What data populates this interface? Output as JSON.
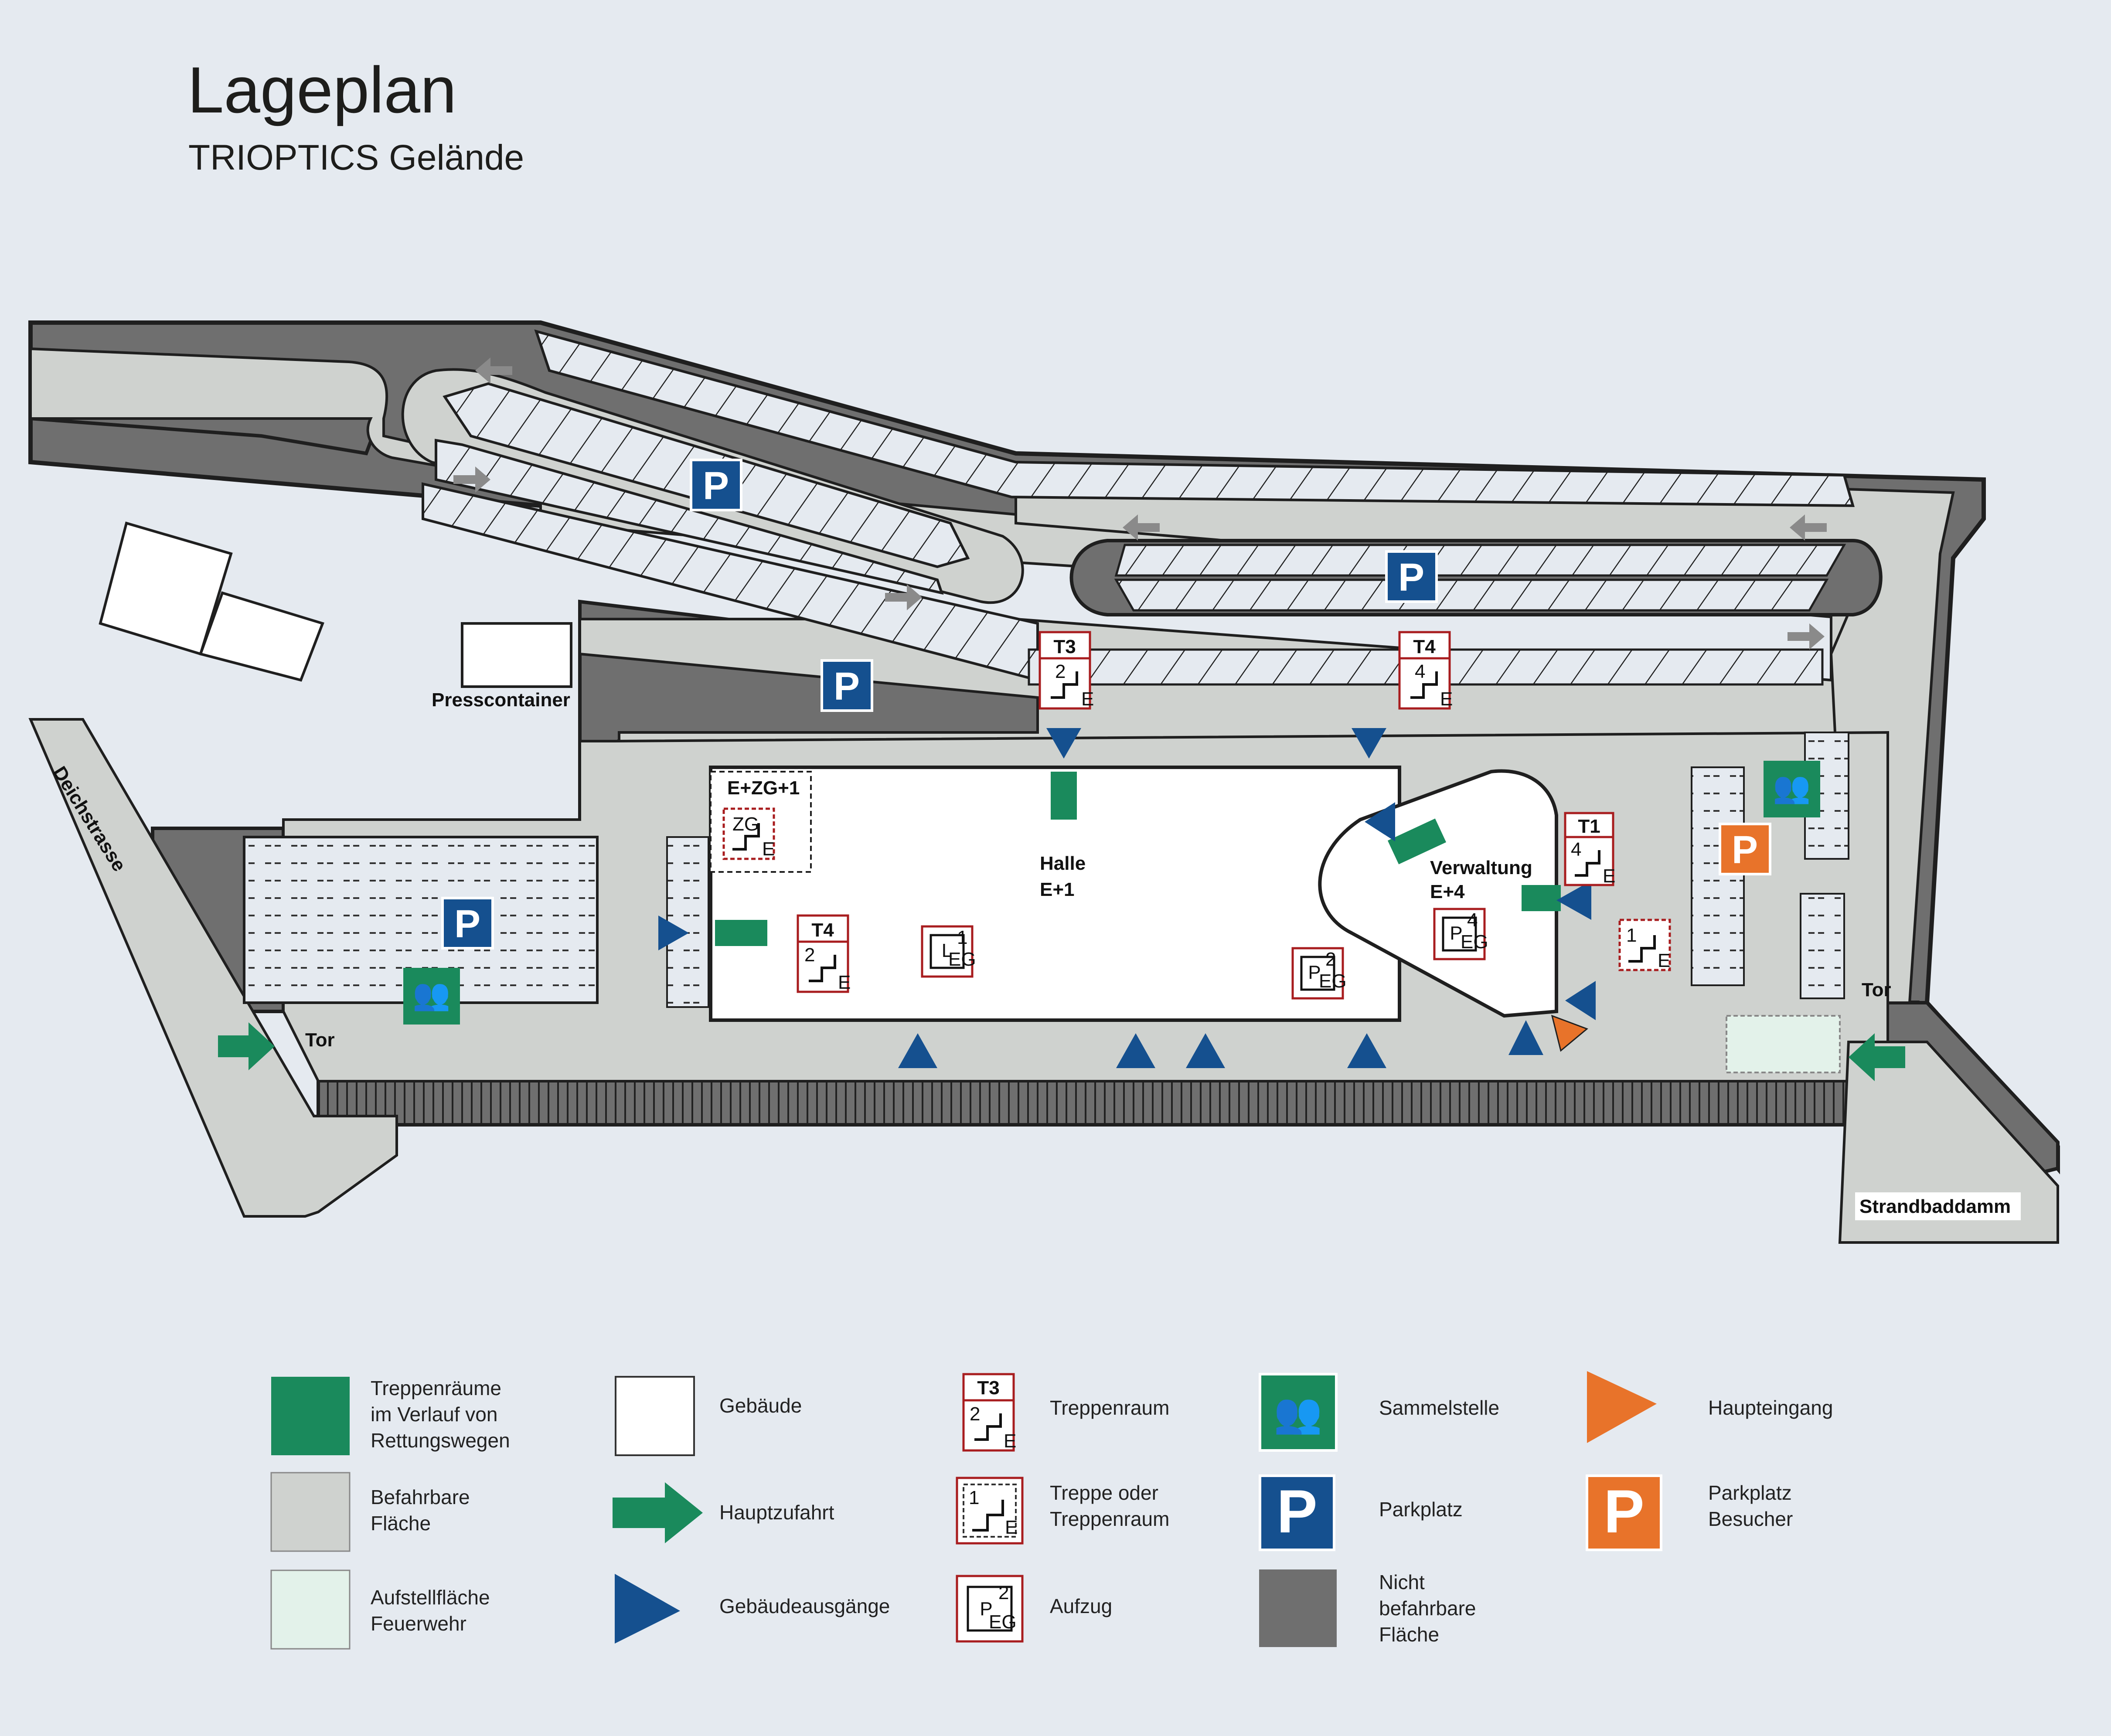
{
  "header": {
    "title": "Lageplan",
    "subtitle": "TRIOPTICS Gelände"
  },
  "map": {
    "labels": {
      "presscontainer": "Presscontainer",
      "deichstrasse": "Deichstrasse",
      "strandbaddamm": "Strandbaddamm",
      "tor_west": "Tor",
      "tor_east": "Tor",
      "halle_line1": "Halle",
      "halle_line2": "E+1",
      "verwaltung_line1": "Verwaltung",
      "verwaltung_line2": "E+4",
      "ezg": "E+ZG+1"
    },
    "stair_tags": {
      "t3": "T3",
      "t4_north": "T4",
      "t4_hall": "T4",
      "t1": "T1"
    },
    "stair_numbers": {
      "t3": "2",
      "t4_north": "4",
      "t4_hall": "2",
      "t1": "4",
      "zg": "ZG",
      "verw_dashed": "1"
    },
    "stair_floor": "E",
    "lift_floor": "EG",
    "lift_letter_p": "P",
    "lift_letter_l": "L",
    "lift_levels": {
      "halle": "1",
      "verwaltung": "4",
      "halle_east": "2"
    },
    "parking_letter": "P"
  },
  "legend": {
    "treppenraeume": "Treppenräume\nim Verlauf von\nRettungswegen",
    "befahrbare": "Befahrbare\nFläche",
    "aufstellflaeche": "Aufstellfläche\nFeuerwehr",
    "gebaeude": "Gebäude",
    "hauptzufahrt": "Hauptzufahrt",
    "gebaeudeausgaenge": "Gebäudeausgänge",
    "treppenraum": "Treppenraum",
    "treppe_oder": "Treppe oder\nTreppenraum",
    "aufzug": "Aufzug",
    "sammelstelle": "Sammelstelle",
    "parkplatz": "Parkplatz",
    "nicht_befahrbare": "Nicht\nbefahrbare\nFläche",
    "haupteingang": "Haupteingang",
    "parkplatz_besucher": "Parkplatz\nBesucher",
    "icon_t3": "T3",
    "icon_t3_num": "2",
    "icon_treppe_num": "1",
    "icon_floor": "E",
    "icon_lift_p": "P",
    "icon_lift_num": "2",
    "icon_lift_floor": "EG",
    "icon_p": "P"
  },
  "colors": {
    "background": "#e5eaf0",
    "road": "#cfd2cf",
    "non_drivable": "#6f6f6f",
    "building": "#ffffff",
    "escape_stair": "#1a8a5c",
    "exit_blue": "#15508f",
    "main_entrance_orange": "#e8732a",
    "stair_red": "#a81d1f",
    "fire_area": "#e3f2ea"
  }
}
